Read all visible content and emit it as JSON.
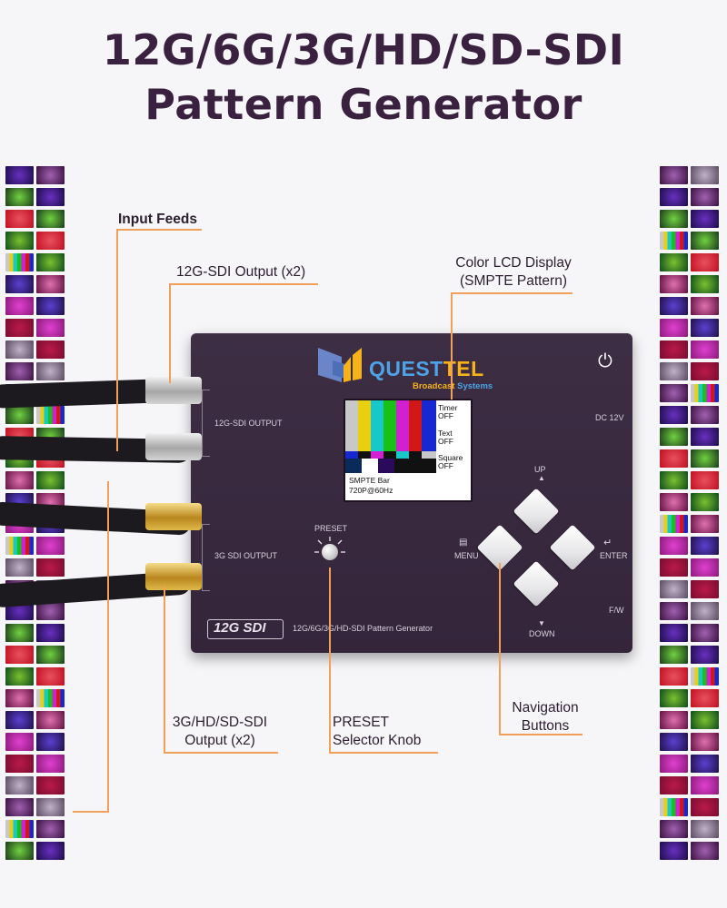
{
  "title": {
    "line1": "12G/6G/3G/HD/SD-SDI",
    "line2": "Pattern Generator"
  },
  "callouts": {
    "input_feeds": "Input Feeds",
    "sdi12g_output": "12G-SDI Output (x2)",
    "lcd_display_line1": "Color LCD Display",
    "lcd_display_line2": "(SMPTE Pattern)",
    "sdi3g_output_line1": "3G/HD/SD-SDI",
    "sdi3g_output_line2": "Output (x2)",
    "preset_line1": "PRESET",
    "preset_line2": "Selector Knob",
    "nav_line1": "Navigation",
    "nav_line2": "Buttons"
  },
  "device": {
    "brand": "QUESTTEL",
    "brand_highlight": "TEL",
    "brand_prefix": "QUEST",
    "brand_sub_prefix": "Broadcast",
    "brand_sub_suffix": " Systems",
    "label_12g_output": "12G-SDI OUTPUT",
    "label_3g_output": "3G SDI OUTPUT",
    "label_preset": "PRESET",
    "label_dc": "DC 12V",
    "label_up": "UP",
    "label_down": "DOWN",
    "label_menu": "MENU",
    "label_enter": "ENTER",
    "label_fw": "F/W",
    "badge": "12G SDI",
    "model_text": "12G/6G/3G/HD-SDI Pattern Generator"
  },
  "lcd": {
    "timer_label": "Timer",
    "timer_value": "OFF",
    "text_label": "Text",
    "text_value": "OFF",
    "square_label": "Square",
    "square_value": "OFF",
    "pattern_name": "SMPTE Bar",
    "format": "720P@60Hz"
  },
  "colors": {
    "title": "#3b2140",
    "callout_line": "#f0a05a",
    "device_body": "#3a2b41",
    "brand_blue": "#4da3e6",
    "brand_yellow": "#f6b21a"
  },
  "icons": {
    "power": "power-icon",
    "menu": "menu-icon",
    "enter": "enter-icon",
    "up": "up-arrow-icon",
    "down": "down-arrow-icon"
  }
}
